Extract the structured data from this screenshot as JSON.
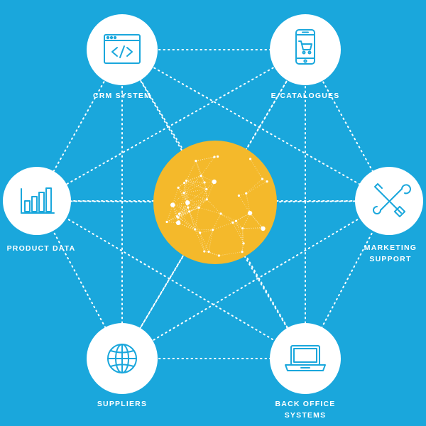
{
  "colors": {
    "background": "#1aa7dc",
    "node_fill": "#ffffff",
    "icon_stroke": "#1aa7dc",
    "hub_fill": "#f4b92b",
    "connector": "#ffffff"
  },
  "hub": {
    "icon": "network-globe-icon"
  },
  "nodes": {
    "crm": {
      "label": "CRM SYSTEM",
      "icon": "code-window-icon"
    },
    "ecatalogues": {
      "label": "E-CATALOGUES",
      "icon": "smartphone-cart-icon"
    },
    "product_data": {
      "label": "PRODUCT DATA",
      "icon": "bar-chart-icon"
    },
    "marketing": {
      "label_line1": "MARKETING",
      "label_line2": "SUPPORT",
      "icon": "wrench-screwdriver-icon"
    },
    "suppliers": {
      "label": "SUPPLIERS",
      "icon": "globe-icon"
    },
    "back_office": {
      "label_line1": "BACK OFFICE",
      "label_line2": "SYSTEMS",
      "icon": "laptop-icon"
    }
  }
}
